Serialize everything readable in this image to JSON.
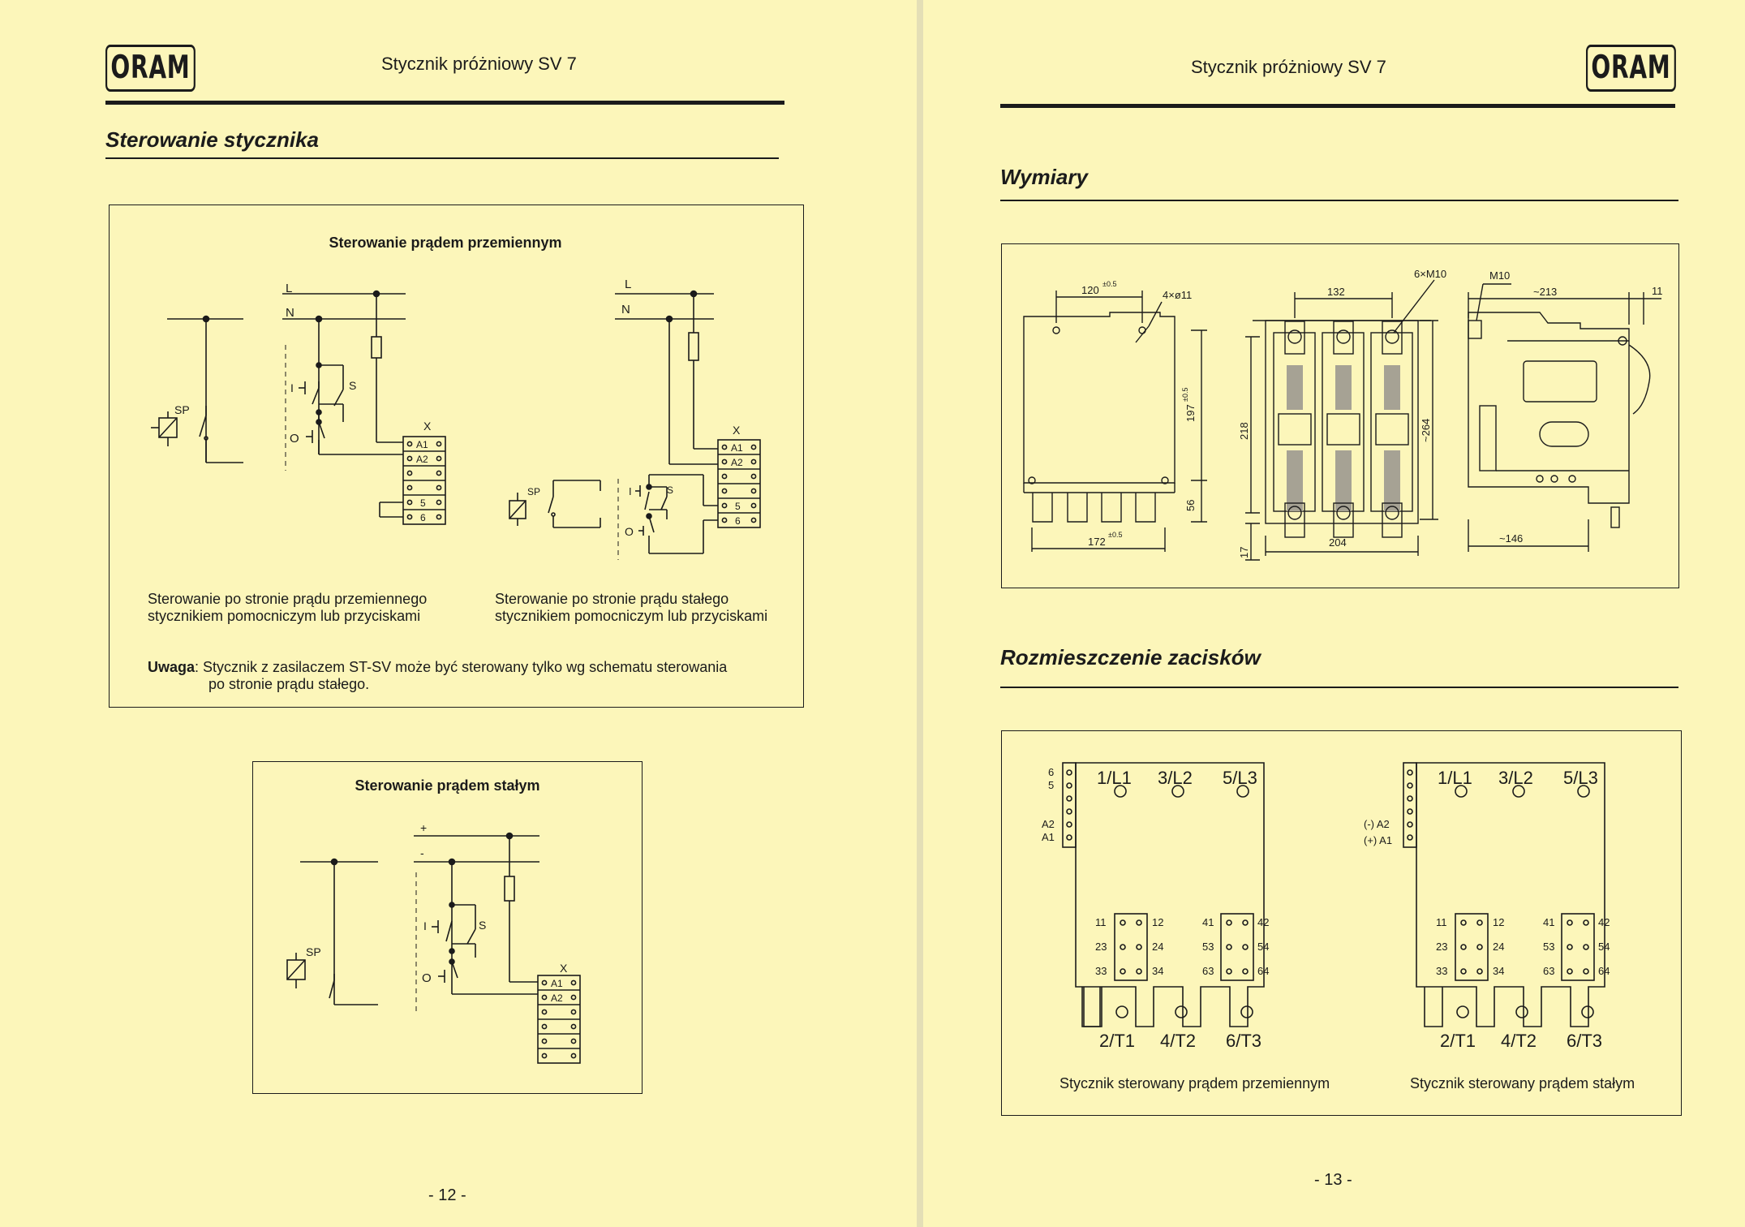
{
  "left": {
    "logo": "ORAM",
    "running_title": "Stycznik próżniowy SV 7",
    "section_title": "Sterowanie stycznika",
    "ac_box": {
      "title": "Sterowanie prądem przemiennym",
      "caption_left": [
        "Sterowanie po stronie prądu przemiennego",
        "stycznikiem pomocniczym lub przyciskami"
      ],
      "caption_right": [
        "Sterowanie po stronie prądu stałego",
        "stycznikiem pomocniczym lub przyciskami"
      ],
      "note_label": "Uwaga",
      "note_line1": ": Stycznik z zasilaczem ST-SV może być sterowany tylko wg schematu sterowania",
      "note_line2": "po stronie prądu stałego."
    },
    "dc_box": {
      "title": "Sterowanie prądem stałym"
    },
    "labels": {
      "L": "L",
      "N": "N",
      "SP": "SP",
      "I": "I",
      "O": "O",
      "S": "S",
      "X": "X",
      "A1": "A1",
      "A2": "A2",
      "t5": "5",
      "t6": "6",
      "plus": "+",
      "minus": "-"
    },
    "page_number": "- 12 -"
  },
  "right": {
    "logo": "ORAM",
    "running_title": "Stycznik próżniowy SV 7",
    "dimensions_title": "Wymiary",
    "dims": {
      "d120": "120",
      "d120_tol": "±0.5",
      "holes": "4×ø11",
      "d172": "172",
      "d172_tol": "±0.5",
      "d197": "197",
      "d197_tol": "±0.5",
      "d56": "56",
      "d132": "132",
      "d218": "218",
      "d17": "17",
      "d204": "204",
      "d264": "~264",
      "m10x6": "6×M10",
      "m10": "M10",
      "d213": "~213",
      "d11": "11",
      "d146": "~146"
    },
    "terminals_title": "Rozmieszczenie zacisków",
    "terminal_diagrams": [
      {
        "side_labels": [
          "6",
          "5",
          "A2",
          "A1"
        ],
        "top_terminals": [
          "1/L1",
          "3/L2",
          "5/L3"
        ],
        "bottom_terminals": [
          "2/T1",
          "4/T2",
          "6/T3"
        ],
        "aux_left": [
          [
            "11",
            "12"
          ],
          [
            "23",
            "24"
          ],
          [
            "33",
            "34"
          ]
        ],
        "aux_right": [
          [
            "41",
            "42"
          ],
          [
            "53",
            "54"
          ],
          [
            "63",
            "64"
          ]
        ],
        "caption": "Stycznik sterowany prądem przemiennym"
      },
      {
        "side_labels": [
          "(-) A2",
          "(+) A1"
        ],
        "top_terminals": [
          "1/L1",
          "3/L2",
          "5/L3"
        ],
        "bottom_terminals": [
          "2/T1",
          "4/T2",
          "6/T3"
        ],
        "aux_left": [
          [
            "11",
            "12"
          ],
          [
            "23",
            "24"
          ],
          [
            "33",
            "34"
          ]
        ],
        "aux_right": [
          [
            "41",
            "42"
          ],
          [
            "53",
            "54"
          ],
          [
            "63",
            "64"
          ]
        ],
        "caption": "Stycznik sterowany prądem stałym"
      }
    ],
    "page_number": "- 13 -"
  }
}
